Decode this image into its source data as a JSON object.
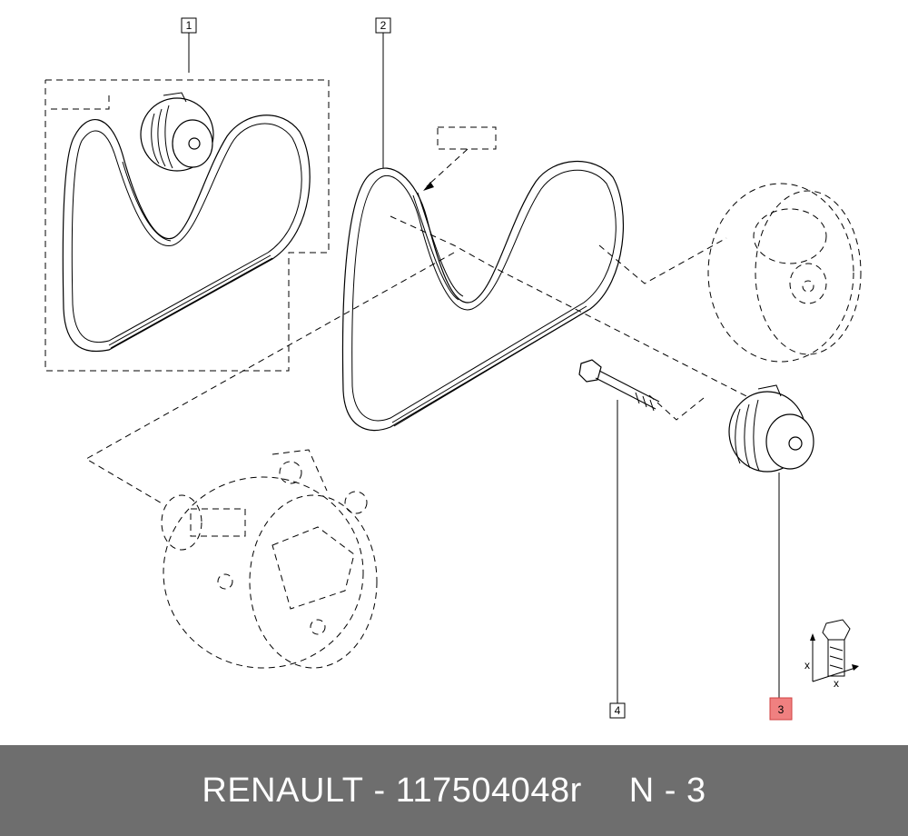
{
  "footer": {
    "brand": "RENAULT",
    "separator": "-",
    "part_number": "117504048r",
    "position_label": "N - 3"
  },
  "callouts": [
    {
      "id": "1",
      "text": "1"
    },
    {
      "id": "2",
      "text": "2"
    },
    {
      "id": "3",
      "text": "3"
    },
    {
      "id": "4",
      "text": "4"
    }
  ],
  "highlight_color": "#f08080",
  "torque_symbol": {
    "label_x1": "x",
    "label_x2": "x"
  }
}
